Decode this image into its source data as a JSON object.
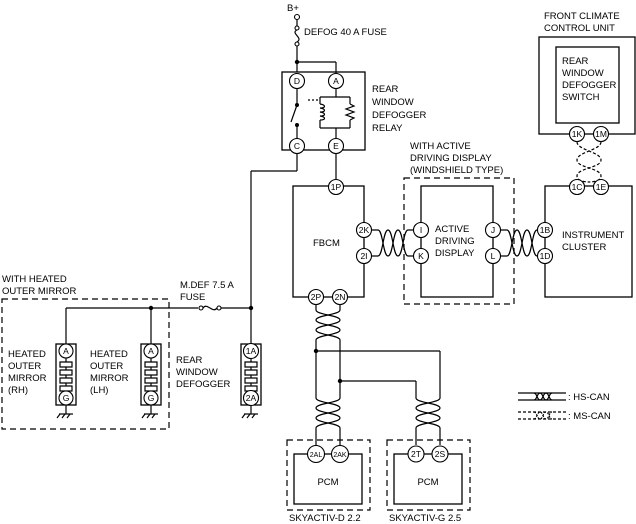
{
  "power": {
    "bplus": "B+",
    "defog_fuse": "DEFOG 40 A FUSE"
  },
  "relay": {
    "title": [
      "REAR",
      "WINDOW",
      "DEFOGGER",
      "RELAY"
    ],
    "pins": {
      "d": "D",
      "a": "A",
      "c": "C",
      "e": "E"
    }
  },
  "climate": {
    "title": [
      "FRONT CLIMATE",
      "CONTROL UNIT"
    ],
    "switch": [
      "REAR",
      "WINDOW",
      "DEFOGGER",
      "SWITCH"
    ],
    "pins": {
      "k": "1K",
      "m": "1M",
      "c": "1C",
      "e": "1E"
    }
  },
  "active_display": {
    "note": [
      "WITH ACTIVE",
      "DRIVING DISPLAY",
      "(WINDSHIELD TYPE)"
    ],
    "label": [
      "ACTIVE",
      "DRIVING",
      "DISPLAY"
    ],
    "pins": {
      "i": "I",
      "k": "K",
      "j": "J",
      "l": "L"
    }
  },
  "fbcm": {
    "label": "FBCM",
    "pins": {
      "p1": "1P",
      "k2": "2K",
      "i2": "2I",
      "p2": "2P",
      "n2": "2N"
    }
  },
  "cluster": {
    "label": [
      "INSTRUMENT",
      "CLUSTER"
    ],
    "pins": {
      "b": "1B",
      "d": "1D"
    }
  },
  "mirror_group": {
    "note": [
      "WITH HEATED",
      "OUTER MIRROR"
    ],
    "rh": [
      "HEATED",
      "OUTER",
      "MIRROR",
      "(RH)"
    ],
    "lh": [
      "HEATED",
      "OUTER",
      "MIRROR",
      "(LH)"
    ],
    "pin_a": "A",
    "pin_g": "G"
  },
  "mdef_fuse": [
    "M.DEF 7.5 A",
    "FUSE"
  ],
  "rear_defogger": {
    "label": [
      "REAR",
      "WINDOW",
      "DEFOGGER"
    ],
    "pin_top": "1A",
    "pin_bottom": "2A"
  },
  "pcm_d": {
    "label": "PCM",
    "pins": [
      "2AL",
      "2AK"
    ],
    "caption": "SKYACTIV-D 2.2"
  },
  "pcm_g": {
    "label": "PCM",
    "pins": [
      "2T",
      "2S"
    ],
    "caption": "SKYACTIV-G 2.5"
  },
  "legend": {
    "hs": ": HS-CAN",
    "ms": ": MS-CAN"
  }
}
